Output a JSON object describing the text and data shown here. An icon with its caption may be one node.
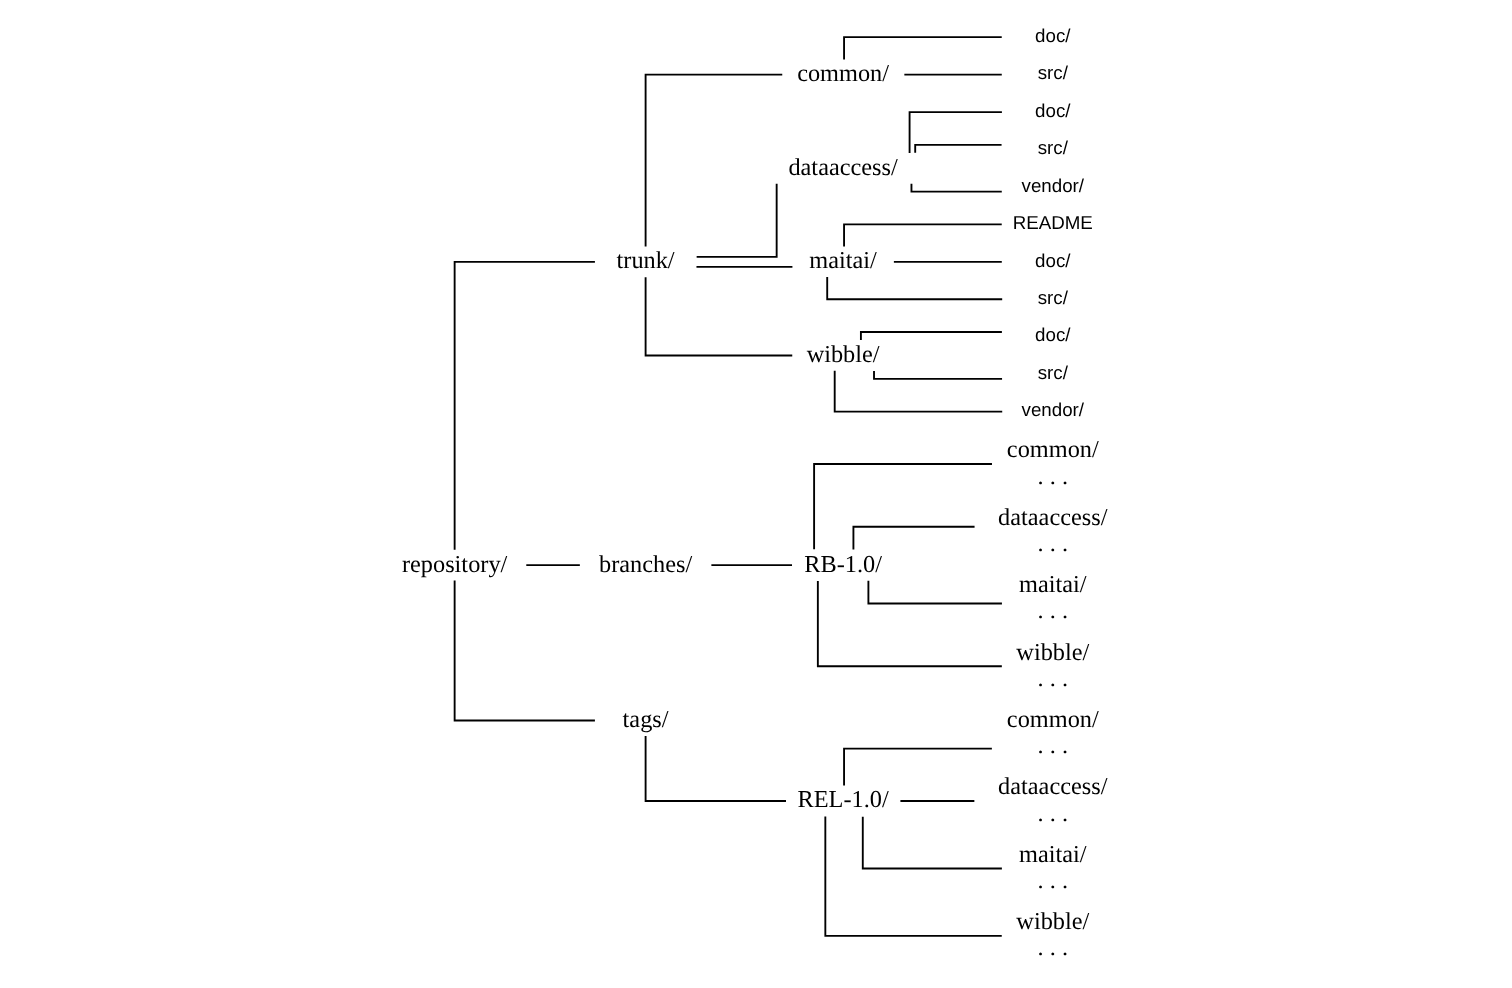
{
  "diagram": {
    "nodes": [
      {
        "text": [
          "repository/"
        ]
      },
      {
        "text": [
          "trunk/"
        ]
      },
      {
        "text": [
          "common/"
        ]
      },
      {
        "text": [
          "doc/"
        ]
      },
      {
        "text": [
          "src/"
        ]
      },
      {
        "text": [
          "dataaccess/"
        ]
      },
      {
        "text": [
          "doc/"
        ]
      },
      {
        "text": [
          "src/"
        ]
      },
      {
        "text": [
          "vendor/"
        ]
      },
      {
        "text": [
          "maitai/"
        ]
      },
      {
        "text": [
          "README"
        ]
      },
      {
        "text": [
          "doc/"
        ]
      },
      {
        "text": [
          "src/"
        ]
      },
      {
        "text": [
          "wibble/"
        ]
      },
      {
        "text": [
          "doc/"
        ]
      },
      {
        "text": [
          "src/"
        ]
      },
      {
        "text": [
          "vendor/"
        ]
      },
      {
        "text": [
          "branches/"
        ]
      },
      {
        "text": [
          "RB-1.0/"
        ]
      },
      {
        "text": [
          "common/"
        ],
        "beside": [
          ". . ."
        ]
      },
      {
        "text": [
          "dataaccess/"
        ],
        "beside": [
          ". . ."
        ]
      },
      {
        "text": [
          "maitai/"
        ],
        "beside": [
          ". . ."
        ]
      },
      {
        "text": [
          "wibble/"
        ],
        "beside": [
          ". . ."
        ]
      },
      {
        "text": [
          "tags/"
        ]
      },
      {
        "text": [
          "REL-1.0/"
        ]
      },
      {
        "text": [
          "common/"
        ],
        "beside": [
          ". . ."
        ]
      },
      {
        "text": [
          "dataaccess/"
        ],
        "beside": [
          ". . ."
        ]
      },
      {
        "text": [
          "maitai/"
        ],
        "beside": [
          ". . ."
        ]
      },
      {
        "text": [
          "wibble/"
        ],
        "beside": [
          ". . ."
        ]
      }
    ],
    "edges": [
      {
        "from": 0,
        "to": 1,
        "arrow": "none"
      },
      {
        "from": 1,
        "to": 2,
        "arrow": "none"
      },
      {
        "from": 2,
        "to": 3,
        "arrow": "none"
      },
      {
        "from": 2,
        "to": 4,
        "arrow": "none"
      },
      {
        "from": 1,
        "to": 5,
        "arrow": "none"
      },
      {
        "from": 5,
        "to": 6,
        "arrow": "none"
      },
      {
        "from": 5,
        "to": 7,
        "arrow": "none"
      },
      {
        "from": 5,
        "to": 8,
        "arrow": "none"
      },
      {
        "from": 1,
        "to": 9,
        "arrow": "none"
      },
      {
        "from": 9,
        "to": 10,
        "arrow": "none"
      },
      {
        "from": 9,
        "to": 11,
        "arrow": "none"
      },
      {
        "from": 9,
        "to": 12,
        "arrow": "none"
      },
      {
        "from": 1,
        "to": 13,
        "arrow": "none"
      },
      {
        "from": 13,
        "to": 14,
        "arrow": "none"
      },
      {
        "from": 13,
        "to": 15,
        "arrow": "none"
      },
      {
        "from": 13,
        "to": 16,
        "arrow": "none"
      },
      {
        "from": 0,
        "to": 17,
        "arrow": "none"
      },
      {
        "from": 17,
        "to": 18,
        "arrow": "none"
      },
      {
        "from": 18,
        "to": 19,
        "arrow": "none"
      },
      {
        "from": 18,
        "to": 20,
        "arrow": "none"
      },
      {
        "from": 18,
        "to": 21,
        "arrow": "none"
      },
      {
        "from": 18,
        "to": 22,
        "arrow": "none"
      },
      {
        "from": 0,
        "to": 23,
        "arrow": "none"
      },
      {
        "from": 23,
        "to": 24,
        "arrow": "none"
      },
      {
        "from": 24,
        "to": 25,
        "arrow": "none"
      },
      {
        "from": 24,
        "to": 26,
        "arrow": "none"
      },
      {
        "from": 24,
        "to": 27,
        "arrow": "none"
      },
      {
        "from": 24,
        "to": 28,
        "arrow": "none"
      }
    ]
  }
}
